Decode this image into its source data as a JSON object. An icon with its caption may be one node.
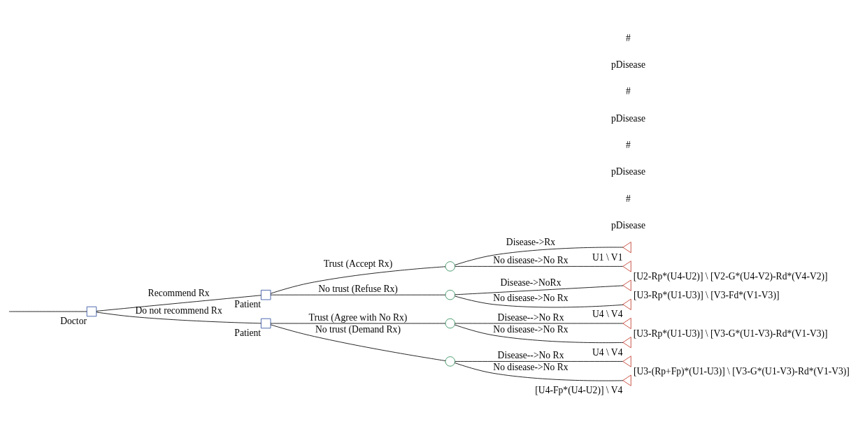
{
  "diagram": {
    "nodes": [
      {
        "text": [],
        "shape": "box",
        "beside": [
          "Doctor"
        ]
      },
      {
        "text": [],
        "shape": "box",
        "beside": [
          "Patient"
        ]
      },
      {
        "text": [],
        "shape": "box",
        "beside": [
          "Patient"
        ]
      },
      {
        "text": [],
        "shape": "circle"
      },
      {
        "text": [],
        "shape": "circle"
      },
      {
        "text": [],
        "shape": "circle"
      },
      {
        "text": [],
        "shape": "circle"
      },
      {
        "text": [],
        "shape": "triangle",
        "beside": [
          "U1 \\ V1"
        ]
      },
      {
        "text": [],
        "shape": "triangle",
        "beside": [
          "[U2-Rp*(U4-U2)] \\ [V2-G*(U4-V2)-Rd*(V4-V2)]"
        ]
      },
      {
        "text": [],
        "shape": "triangle",
        "beside": [
          "[U3-Rp*(U1-U3)] \\ [V3-Fd*(V1-V3)]"
        ]
      },
      {
        "text": [],
        "shape": "triangle",
        "beside": [
          "U4 \\ V4"
        ]
      },
      {
        "text": [],
        "shape": "triangle",
        "beside": [
          "[U3-Rp*(U1-U3)] \\ [V3-G*(U1-V3)-Rd*(V1-V3)]"
        ]
      },
      {
        "text": [],
        "shape": "triangle",
        "beside": [
          "U4 \\ V4"
        ]
      },
      {
        "text": [],
        "shape": "triangle",
        "beside": [
          "[U3-(Rp+Fp)*(U1-U3)] \\ [V3-G*(U1-V3)-Rd*(V1-V3)]"
        ]
      },
      {
        "text": [],
        "shape": "triangle",
        "beside": [
          "[U4-Fp*(U4-U2)] \\ V4"
        ]
      }
    ],
    "edges": [
      {
        "from": null,
        "to": 0,
        "arrow": "none"
      },
      {
        "from": 0,
        "to": 1,
        "arrow": "none",
        "label": "Recommend Rx"
      },
      {
        "from": 0,
        "to": 2,
        "arrow": "none",
        "label": "Do not recommend Rx"
      },
      {
        "from": 1,
        "to": 3,
        "arrow": "none",
        "label": "Trust (Accept Rx)"
      },
      {
        "from": 1,
        "to": 4,
        "arrow": "none",
        "label": "No trust (Refuse Rx)"
      },
      {
        "from": 2,
        "to": 5,
        "arrow": "none",
        "label": "Trust (Agree with No Rx)"
      },
      {
        "from": 2,
        "to": 6,
        "arrow": "none",
        "label": "No trust (Demand Rx)"
      },
      {
        "from": 3,
        "to": 7,
        "arrow": "none",
        "label": "Disease->Rx"
      },
      {
        "from": 3,
        "to": 8,
        "arrow": "none",
        "label": "No disease->No Rx"
      },
      {
        "from": 4,
        "to": 9,
        "arrow": "none",
        "label": "Disease->NoRx"
      },
      {
        "from": 4,
        "to": 10,
        "arrow": "none",
        "label": "No disease->No Rx"
      },
      {
        "from": 5,
        "to": 11,
        "arrow": "none",
        "label": "Disease-->No Rx"
      },
      {
        "from": 5,
        "to": 12,
        "arrow": "none",
        "label": "No disease->No Rx"
      },
      {
        "from": 6,
        "to": 13,
        "arrow": "none",
        "label": "Disease-->No Rx"
      },
      {
        "from": 6,
        "to": 14,
        "arrow": "none",
        "label": "No disease->No Rx"
      }
    ],
    "labels": [
      "pDisease",
      "#",
      "pDisease",
      "#",
      "pDisease",
      "#",
      "pDisease",
      "#"
    ]
  }
}
